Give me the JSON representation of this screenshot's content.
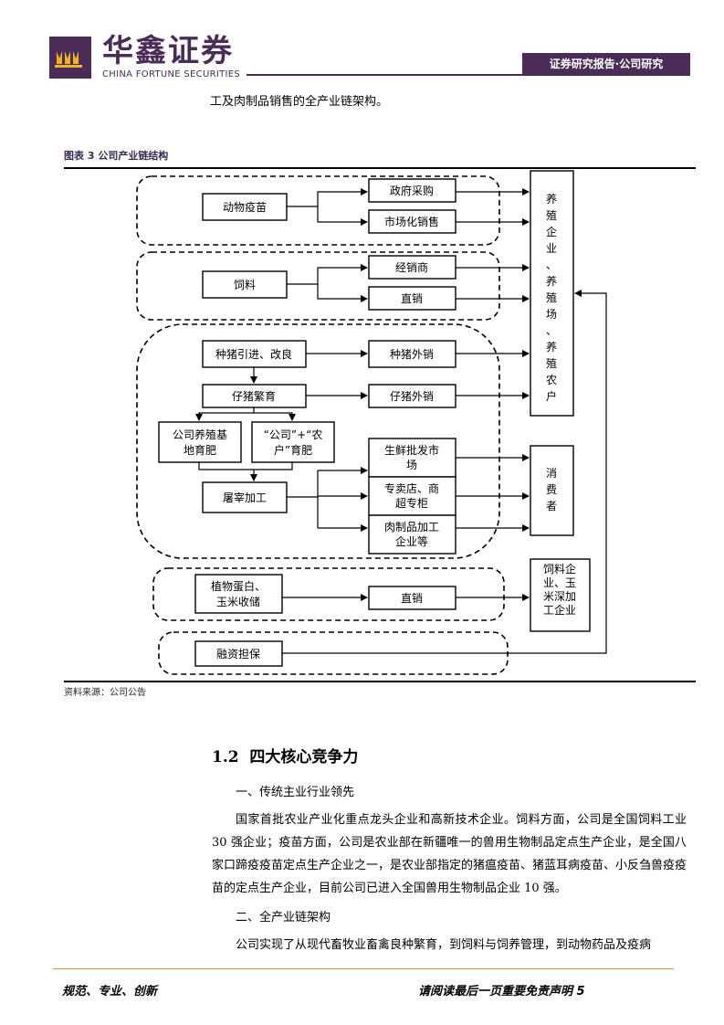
{
  "header": {
    "logo_cn": "华鑫证券",
    "logo_en": "CHINA FORTUNE SECURITIES",
    "tag": "证券研究报告·公司研究"
  },
  "intro_text": "工及肉制品销售的全产业链架构。",
  "figure": {
    "title": "图表 3 公司产业链结构",
    "source": "资料来源：公司公告",
    "nodes": {
      "vaccine": "动物疫苗",
      "gov_purchase": "政府采购",
      "market_sales": "市场化销售",
      "feed": "饲料",
      "distributor": "经销商",
      "direct1": "直销",
      "breeding_intro": "种猪引进、改良",
      "breeding_sales": "种猪外销",
      "piglet": "仔猪繁育",
      "piglet_sales": "仔猪外销",
      "base1": "公司养殖基",
      "base2": "地育肥",
      "coop1": "“公司”+“农",
      "coop2": "户”育肥",
      "slaughter": "屠宰加工",
      "fresh1": "生鲜批发市",
      "fresh2": "场",
      "store1": "专卖店、商",
      "store2": "超专柜",
      "meat1": "肉制品加工",
      "meat2": "企业等",
      "protein1": "植物蛋白、",
      "protein2": "玉米收储",
      "direct2": "直销",
      "finance": "融资担保",
      "farmers": [
        "养",
        "殖",
        "企",
        "业",
        "、",
        "养",
        "殖",
        "场",
        "、",
        "养",
        "殖",
        "农",
        "户"
      ],
      "consumers": [
        "消",
        "费",
        "者"
      ],
      "feed_co1": "饲料企",
      "feed_co2": "业、玉",
      "feed_co3": "米深加",
      "feed_co4": "工企业"
    }
  },
  "section": {
    "number": "1.2",
    "title": "四大核心竞争力",
    "sub1": "一、传统主业行业领先",
    "para1": "国家首批农业产业化重点龙头企业和高新技术企业。饲料方面，公司是全国饲料工业 30 强企业；疫苗方面，公司是农业部在新疆唯一的兽用生物制品定点生产企业，是全国八家口蹄疫疫苗定点生产企业之一，是农业部指定的猪瘟疫苗、猪蓝耳病疫苗、小反刍兽疫疫苗的定点生产企业，目前公司已进入全国兽用生物制品企业 10 强。",
    "sub2": "二、全产业链架构",
    "para2": "公司实现了从现代畜牧业畜禽良种繁育，到饲料与饲养管理，到动物药品及疫病"
  },
  "footer": {
    "left": "规范、专业、创新",
    "right": "请阅读最后一页重要免责声明 5"
  }
}
